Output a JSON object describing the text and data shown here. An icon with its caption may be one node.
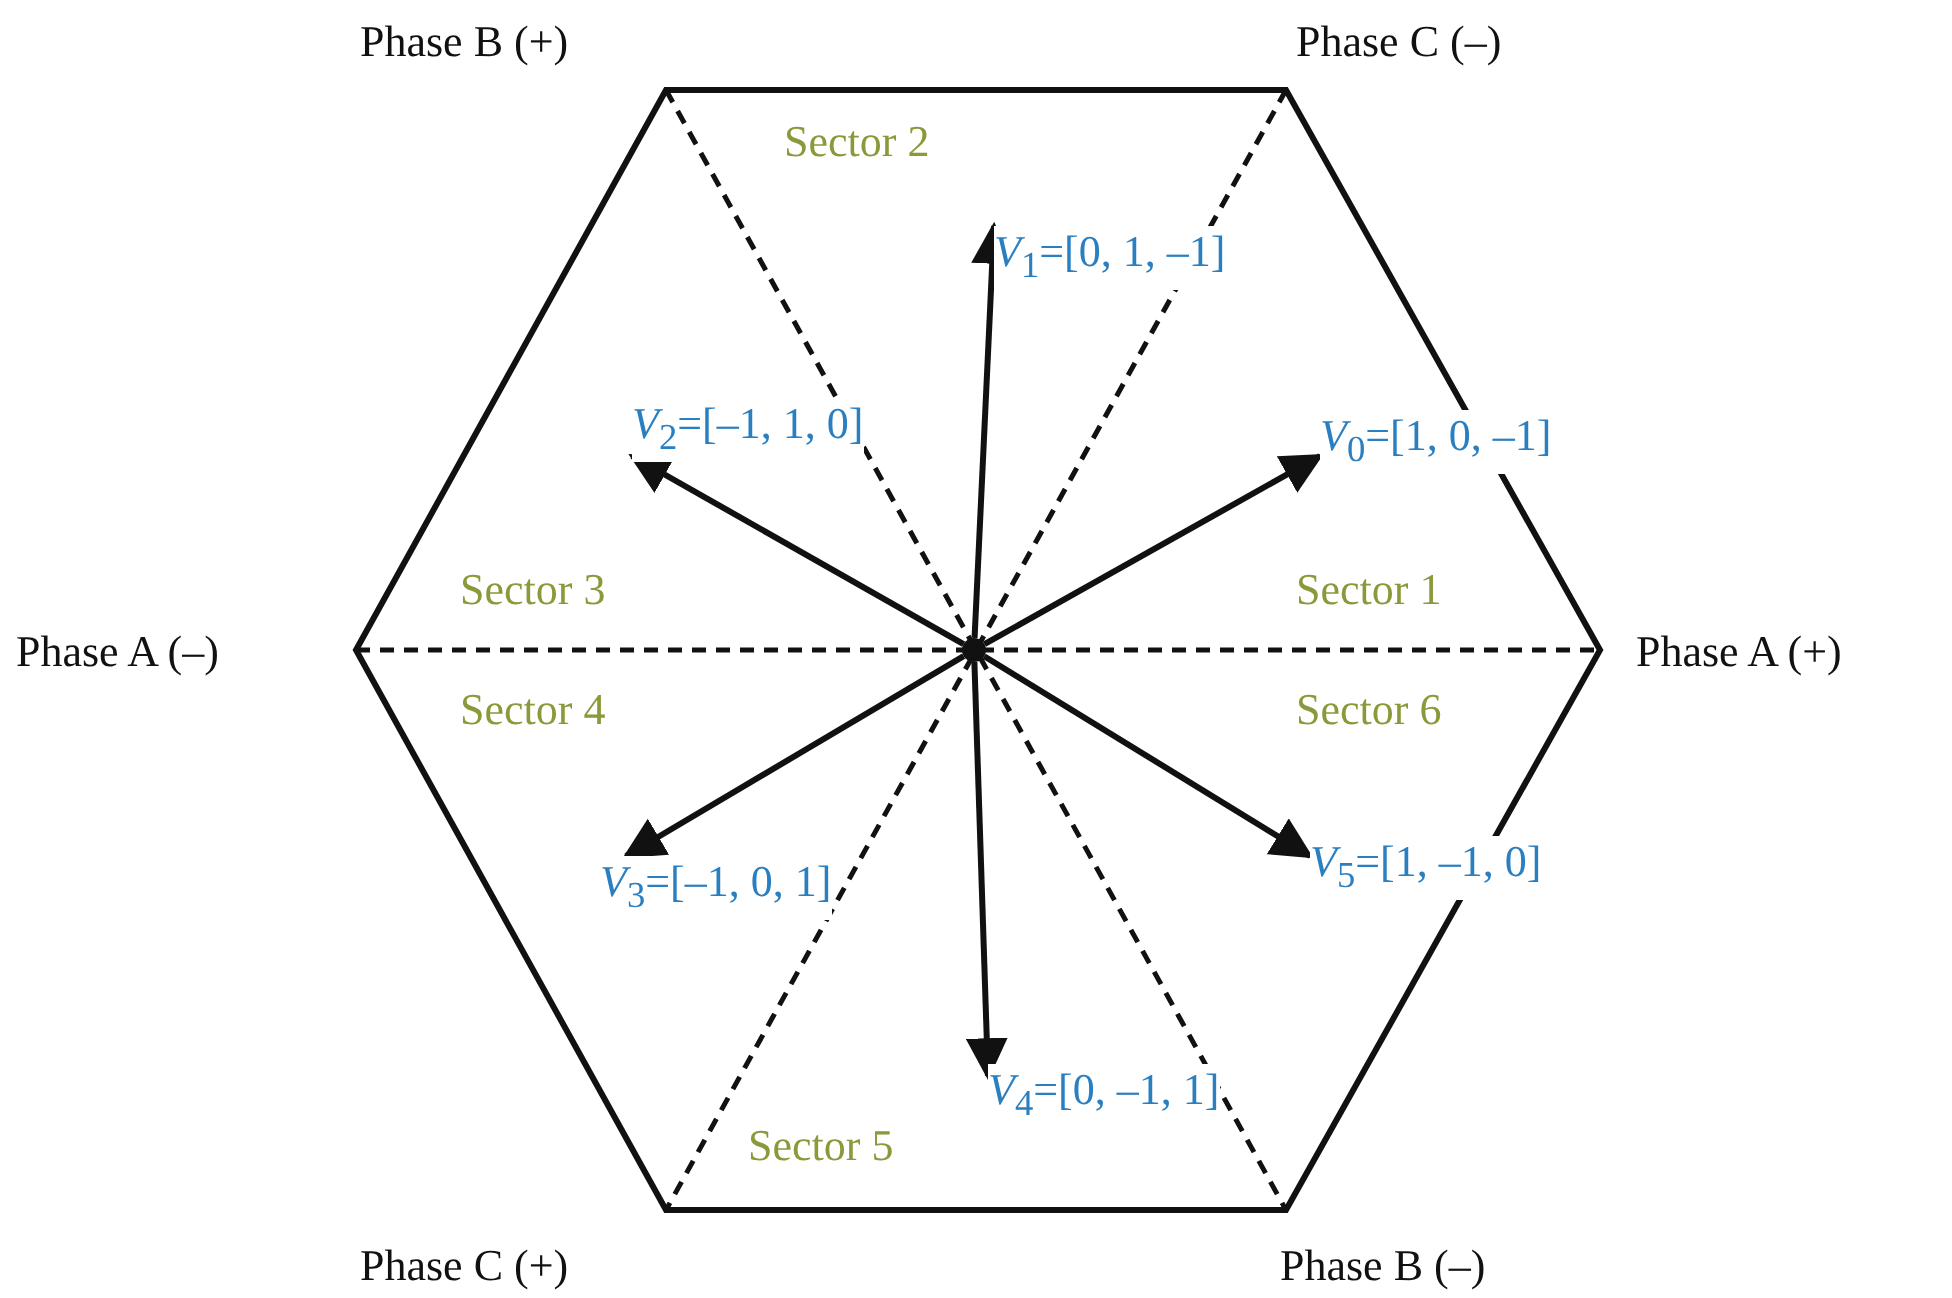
{
  "diagram": {
    "nodes": [
      {
        "text": [],
        "shape": "circle"
      },
      {
        "text": [
          "*V*$_{1}$=[0, 1, –1]"
        ]
      },
      {
        "text": [
          "*V*$_{2}$=[–1, 1, 0]"
        ]
      },
      {
        "text": [
          "*V*$_{0}$=[1, 0, –1]"
        ]
      },
      {
        "text": [
          "*V*$_{5}$=[1, –1, 0]"
        ]
      },
      {
        "text": [
          "*V*$_{3}$=[–1, 0, 1]"
        ]
      },
      {
        "text": [
          "*V*$_{4}$=[0, –1, 1]"
        ]
      }
    ],
    "edges": [
      {
        "from": 0,
        "to": 1,
        "arrow": "to"
      },
      {
        "from": 0,
        "to": 2,
        "arrow": "to"
      },
      {
        "from": 0,
        "to": 3,
        "arrow": "to"
      },
      {
        "from": 0,
        "to": 4,
        "arrow": "to"
      },
      {
        "from": 0,
        "to": 5,
        "arrow": "to"
      },
      {
        "from": 0,
        "to": 6,
        "arrow": "to"
      }
    ],
    "labels": [
      "Phase B (+)",
      "Phase C (–)",
      "Sector 2",
      "Sector 3",
      "Sector 1",
      "Phase A (–)",
      "Phase A (+)",
      "Sector 4",
      "Sector 6",
      "Sector 5",
      "Phase C (+)",
      "Phase B (–)"
    ]
  }
}
